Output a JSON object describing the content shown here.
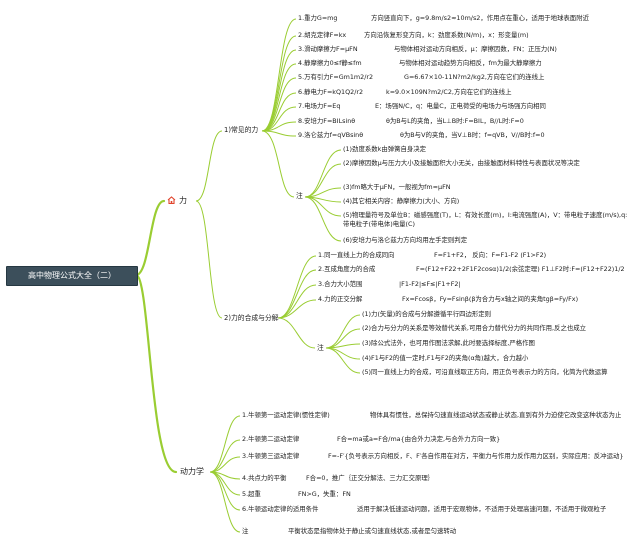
{
  "root": {
    "title": "高中物理公式大全（二）"
  },
  "colors": {
    "branch": "#9acd32",
    "root_bg": "#3c4f5b",
    "icon": "#e0442c"
  },
  "topics": [
    {
      "label": "力",
      "icon": "house-icon",
      "subtopics": [
        {
          "label": "1)常见的力",
          "items": [
            {
              "name": "1.重力G=mg",
              "desc": "方向竖直向下，g=9.8m/s2≈10m/s2，作用点在重心，适用于地球表面附近"
            },
            {
              "name": "2.胡克定律F=kx",
              "desc": "方向沿恢复形变方向，k：劲度系数(N/m)，x：形变量(m)"
            },
            {
              "name": "3.滑动摩擦力F=μFN",
              "desc": "与物体相对运动方向相反，μ：摩擦因数，FN：正压力(N)"
            },
            {
              "name": "4.静摩擦力0≤f静≤fm",
              "desc": "与物体相对运动趋势方向相反，fm为最大静摩擦力"
            },
            {
              "name": "5.万有引力F=Gm1m2/r2",
              "desc": "G=6.67×10-11N?m2/kg2,方向在它们的连线上"
            },
            {
              "name": "6.静电力F=kQ1Q2/r2",
              "desc": "k=9.0×109N?m2/C2,方向在它们的连线上"
            },
            {
              "name": "7.电场力F=Eq",
              "desc": "E：场强N/C，q：电量C，正电荷受的电场力与场强方向相同"
            },
            {
              "name": "8.安培力F=BILsinθ",
              "desc": "θ为B与L的夹角，当L⊥B时:F=BIL，B//L时:F=0"
            },
            {
              "name": "9.洛仑兹力f=qVBsinθ",
              "desc": "θ为B与V的夹角，当V⊥B时：f=qVB，V//B时:f=0"
            }
          ],
          "note_label": "注",
          "notes": [
            "(1)劲度系数k由弹簧自身决定",
            "(2)摩擦因数μ与压力大小及接触面积大小无关，由接触面材料特性与表面状况等决定",
            "(3)fm略大于μFN，一般视为fm≈μFN",
            "(4)其它相关内容：静摩擦力(大小、方向)",
            "(5)物理量符号及单位B：磁感强度(T)，L：有效长度(m)，I:电流强度(A)，V：带电粒子速度(m/s),q:带电粒子(带电体)电量(C)",
            "(6)安培力与洛仑兹力方向均用左手定则判定"
          ]
        },
        {
          "label": "2)力的合成与分解",
          "items": [
            {
              "name": "1.同一直线上力的合成同向",
              "desc": "F=F1+F2，   反向：F=F1-F2 (F1>F2)"
            },
            {
              "name": "2.互成角度力的合成",
              "desc": "F=(F12+F22+2F1F2cosα)1/2(余弦定理) F1⊥F2时:F=(F12+F22)1/2"
            },
            {
              "name": "3.合力大小范围",
              "desc": "|F1-F2|≤F≤|F1+F2|"
            },
            {
              "name": "4.力的正交分解",
              "desc": "Fx=Fcosβ，Fy=Fsinβ(β为合力与x轴之间的夹角tgβ=Fy/Fx)"
            }
          ],
          "note_label": "注",
          "notes": [
            "(1)力(矢量)的合成与分解遵循平行四边形定则",
            "(2)合力与分力的关系是等效替代关系,可用合力替代分力的共同作用,反之也成立",
            "(3)除公式法外，也可用作图法求解,此时要选择标度,严格作图",
            "(4)F1与F2的值一定时,F1与F2的夹角(α角)越大，合力越小",
            "(5)同一直线上力的合成，可沿直线取正方向，用正负号表示力的方向，化简为代数运算"
          ]
        }
      ]
    },
    {
      "label": "动力学",
      "items": [
        {
          "name": "1.牛顿第一运动定律(惯性定律)",
          "desc": "物体具有惯性，总保持匀速直线运动状态或静止状态,直到有外力迫使它改变这种状态为止"
        },
        {
          "name": "2.牛顿第二运动定律",
          "desc": "F合=ma或a=F合/ma{由合外力决定,与合外力方向一致}"
        },
        {
          "name": "3.牛顿第三运动定律",
          "desc": "F=-F′{负号表示方向相反，F、F′各自作用在对方，平衡力与作用力反作用力区别，实际应用：反冲运动}"
        },
        {
          "name": "4.共点力的平衡",
          "desc": "F合=0，推广｛正交分解法、三力汇交原理｝"
        },
        {
          "name": "5.超重",
          "desc": "FN>G，失重：FN"
        },
        {
          "name": "6.牛顿运动定律的适用条件",
          "desc": "适用于解决低速运动问题，适用于宏观物体，不适用于处理高速问题，不适用于微观粒子"
        },
        {
          "name": "注",
          "desc": "平衡状态是指物体处于静止或匀速直线状态,或者是匀速转动"
        }
      ]
    }
  ]
}
